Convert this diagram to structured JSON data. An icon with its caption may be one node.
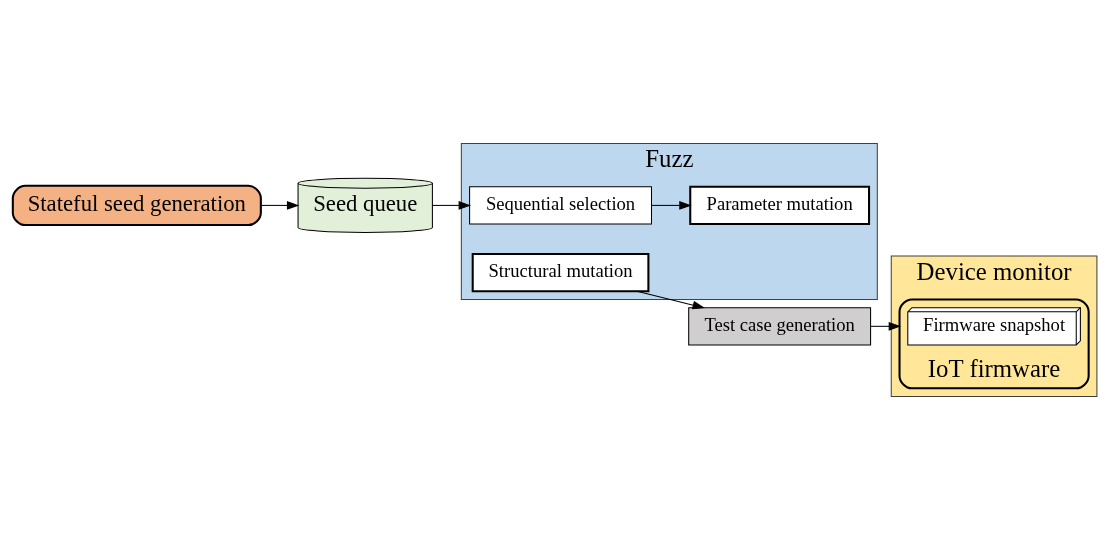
{
  "diagram": {
    "nodes": [
      {
        "text": [
          "Stateful seed generation"
        ]
      },
      {
        "text": [
          "Seed queue"
        ]
      },
      {
        "text": [
          "Fuzz"
        ]
      },
      {
        "text": [
          "Structural mutation"
        ],
        "in": 2
      },
      {
        "text": [
          "Parameter mutation"
        ],
        "in": 2
      },
      {
        "text": [
          "Sequential selection"
        ],
        "in": 2
      },
      {
        "text": [
          "Test case generation"
        ]
      },
      {
        "text": [
          "Device monitor"
        ]
      },
      {
        "text": [
          "IoT firmware"
        ],
        "in": 7
      },
      {
        "text": [
          "Firmware snapshot"
        ],
        "in": 8
      }
    ],
    "edges": [
      {
        "from": 0,
        "to": 1,
        "arrow": "to"
      },
      {
        "from": 1,
        "to": 5,
        "arrow": "to"
      },
      {
        "from": 5,
        "to": 4,
        "arrow": "to"
      },
      {
        "from": 3,
        "to": 6,
        "arrow": "to"
      },
      {
        "from": 6,
        "to": 8,
        "arrow": "to"
      }
    ]
  }
}
